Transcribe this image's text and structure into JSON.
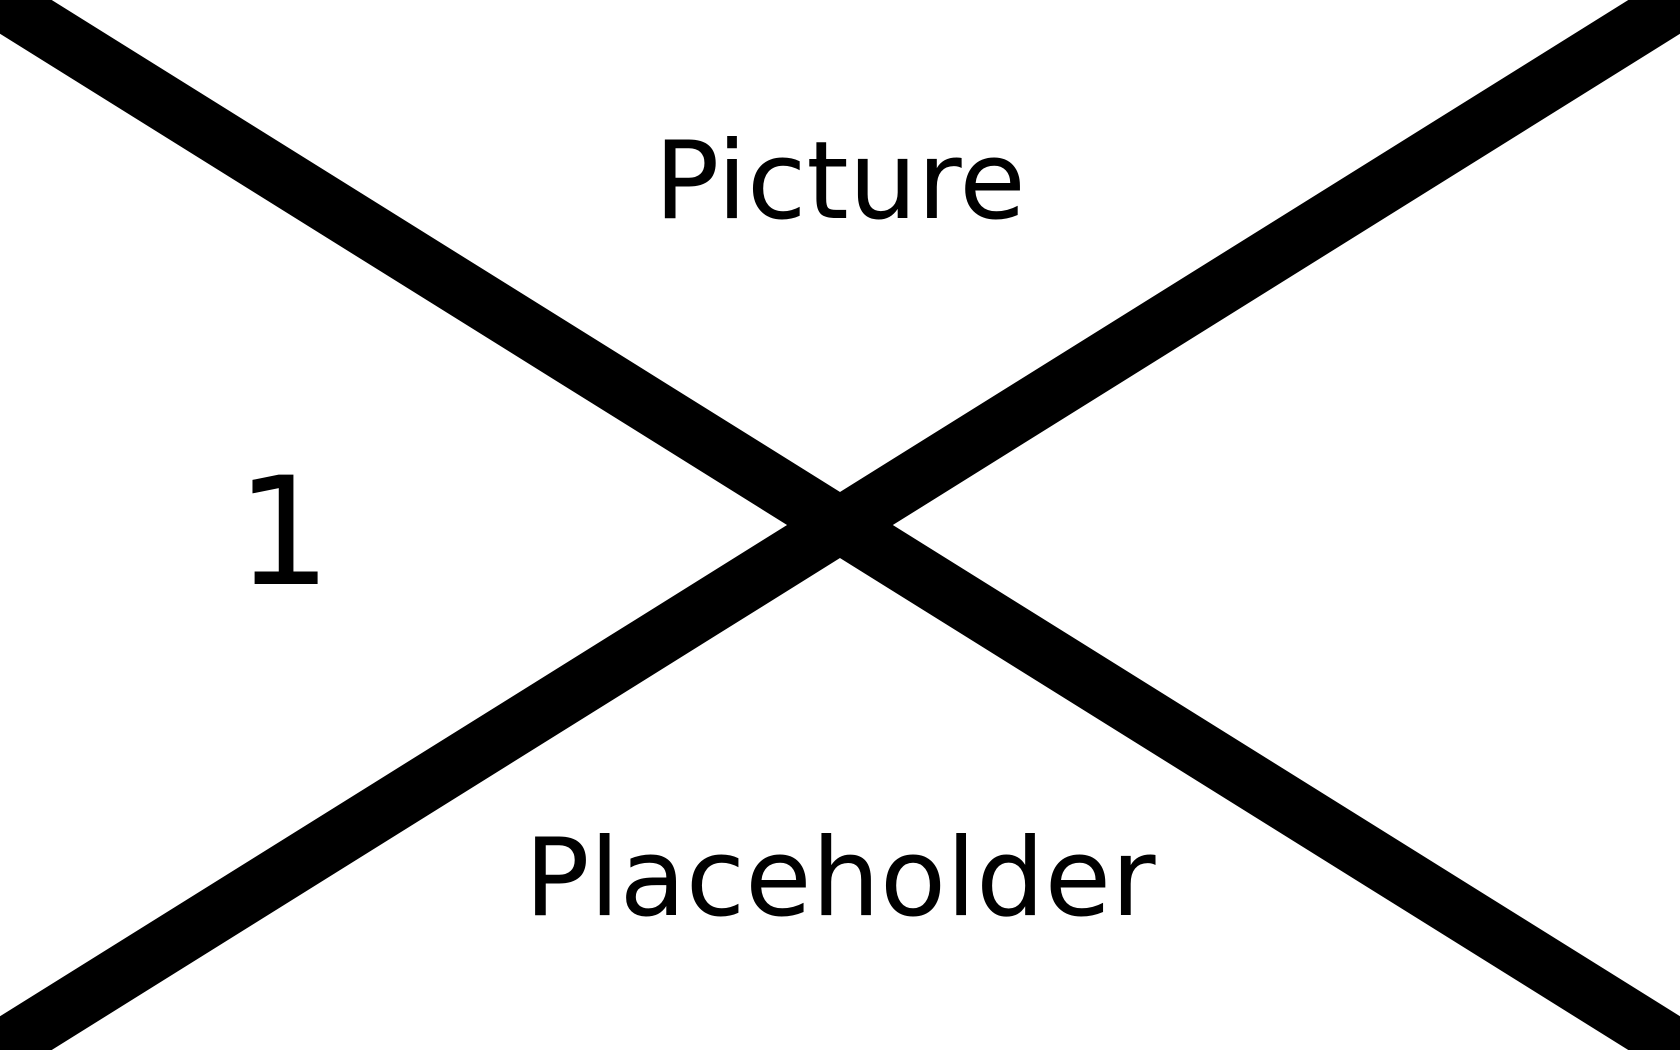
{
  "placeholder": {
    "top_text": "Picture",
    "number_text": "1",
    "bottom_text": "Placeholder",
    "colors": {
      "background": "#ffffff",
      "cross": "#000000",
      "text": "#000000"
    }
  }
}
